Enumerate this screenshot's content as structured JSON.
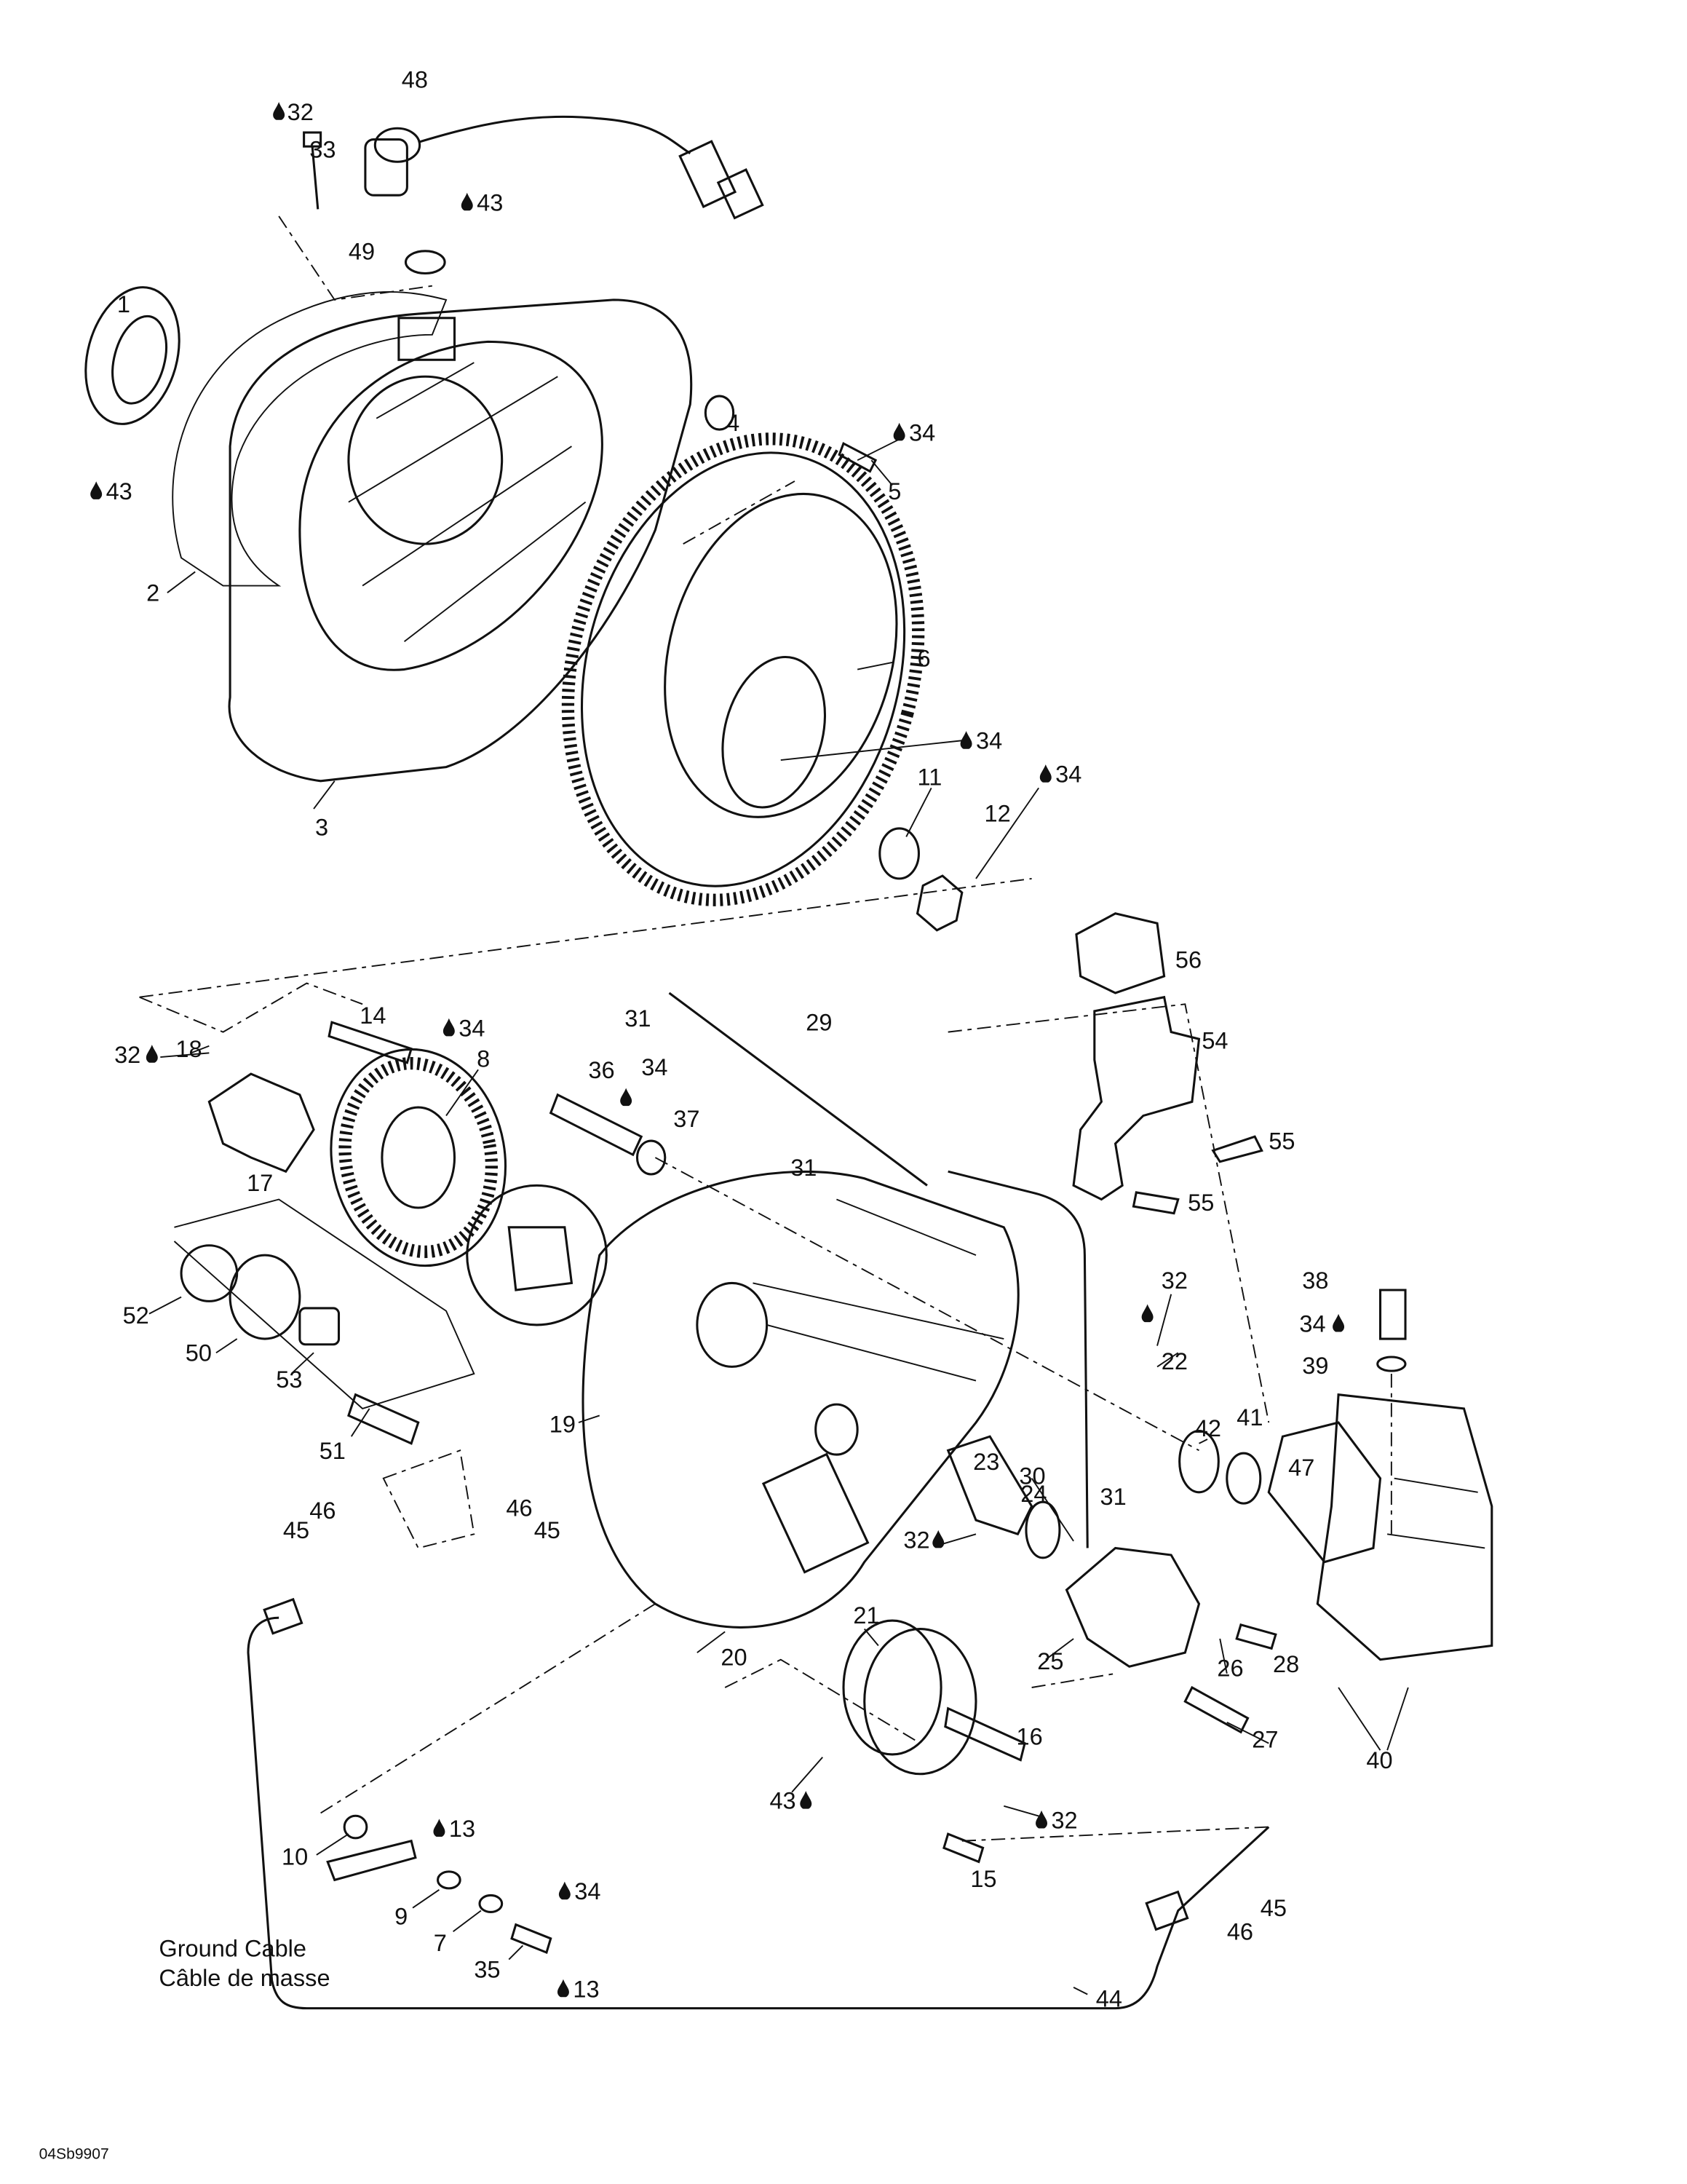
{
  "diagram_code": "04Sb9907",
  "ground_cable": {
    "en": "Ground Cable",
    "fr": "Câble de masse"
  },
  "colors": {
    "ink": "#111111",
    "background": "#ffffff"
  },
  "legend_icon": "oil-drop-icon",
  "callouts": [
    {
      "label": "32",
      "drop": true
    },
    {
      "label": "48"
    },
    {
      "label": "33"
    },
    {
      "label": "43",
      "drop": true
    },
    {
      "label": "49"
    },
    {
      "label": "1"
    },
    {
      "label": "4"
    },
    {
      "label": "34",
      "drop": true
    },
    {
      "label": "5"
    },
    {
      "label": "43",
      "drop": true
    },
    {
      "label": "2"
    },
    {
      "label": "6"
    },
    {
      "label": "34",
      "drop": true
    },
    {
      "label": "11"
    },
    {
      "label": "34",
      "drop": true
    },
    {
      "label": "12"
    },
    {
      "label": "3"
    },
    {
      "label": "56"
    },
    {
      "label": "14"
    },
    {
      "label": "34",
      "drop": true
    },
    {
      "label": "31"
    },
    {
      "label": "29"
    },
    {
      "label": "18"
    },
    {
      "label": "32",
      "drop": true
    },
    {
      "label": "36"
    },
    {
      "label": "34",
      "drop": true
    },
    {
      "label": "54"
    },
    {
      "label": "8"
    },
    {
      "label": "37"
    },
    {
      "label": "31"
    },
    {
      "label": "55"
    },
    {
      "label": "17"
    },
    {
      "label": "55"
    },
    {
      "label": "32",
      "drop": true
    },
    {
      "label": "38"
    },
    {
      "label": "34",
      "drop": true
    },
    {
      "label": "22"
    },
    {
      "label": "39"
    },
    {
      "label": "52"
    },
    {
      "label": "50"
    },
    {
      "label": "53"
    },
    {
      "label": "42"
    },
    {
      "label": "41"
    },
    {
      "label": "47"
    },
    {
      "label": "51"
    },
    {
      "label": "19"
    },
    {
      "label": "30"
    },
    {
      "label": "23"
    },
    {
      "label": "24"
    },
    {
      "label": "46"
    },
    {
      "label": "45"
    },
    {
      "label": "46"
    },
    {
      "label": "45"
    },
    {
      "label": "31"
    },
    {
      "label": "32",
      "drop": true
    },
    {
      "label": "21"
    },
    {
      "label": "20"
    },
    {
      "label": "25"
    },
    {
      "label": "26"
    },
    {
      "label": "28"
    },
    {
      "label": "16"
    },
    {
      "label": "27"
    },
    {
      "label": "40"
    },
    {
      "label": "43",
      "drop": true
    },
    {
      "label": "32",
      "drop": true
    },
    {
      "label": "10"
    },
    {
      "label": "13",
      "drop": true
    },
    {
      "label": "15"
    },
    {
      "label": "34",
      "drop": true
    },
    {
      "label": "9"
    },
    {
      "label": "7"
    },
    {
      "label": "45"
    },
    {
      "label": "46"
    },
    {
      "label": "35"
    },
    {
      "label": "13",
      "drop": true
    },
    {
      "label": "44"
    }
  ]
}
